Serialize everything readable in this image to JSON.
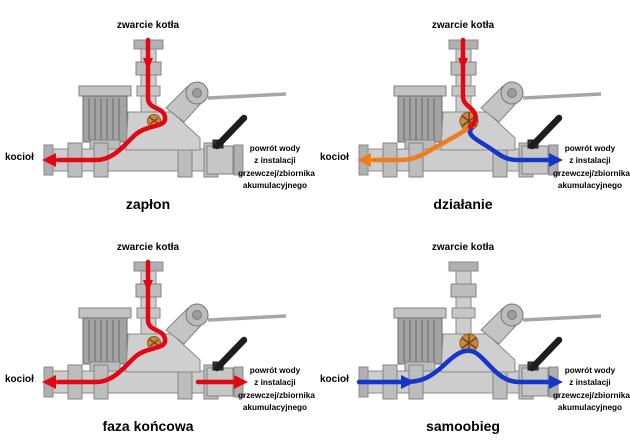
{
  "diagram": {
    "subject": "thermoregulation-valve-pump-unit-operating-phases",
    "colors": {
      "hot": "#e30613",
      "cold": "#1536c9",
      "mixed": "#ee7d1e",
      "device_gray": "#cdcdcd",
      "handle_black": "#1d1d1d"
    }
  },
  "panels": [
    {
      "caption": "zapłon",
      "top_label": "zwarcie kotła",
      "left_label": "kocioł",
      "right_label": "powrót wody\nz instalacji\ngrzewczej/zbiornika\nakumulacyjnego"
    },
    {
      "caption": "działanie",
      "top_label": "zwarcie kotła",
      "left_label": "kocioł",
      "right_label": "powrót wody\nz instalacji\ngrzewczej/zbiornika\nakumulacyjnego"
    },
    {
      "caption": "faza końcowa",
      "top_label": "zwarcie kotła",
      "left_label": "kocioł",
      "right_label": "powrót wody\nz instalacji\ngrzewczej/zbiornika\nakumulacyjnego"
    },
    {
      "caption": "samoobieg",
      "top_label": "zwarcie kotła",
      "left_label": "kocioł",
      "right_label": "powrót wody\nz instalacji\ngrzewczej/zbiornika\nakumulacyjnego"
    }
  ]
}
